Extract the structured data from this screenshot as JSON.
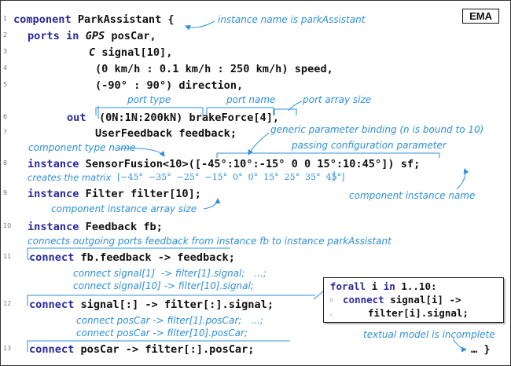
{
  "badge": "EMA",
  "code": {
    "l1_kw": "component",
    "l1_name": "ParkAssistant {",
    "l2_kw": "ports",
    "l2_kw2": "in",
    "l2_type": "GPS",
    "l2_rest": "posCar,",
    "l3_type": "C",
    "l3_rest": "signal[10],",
    "l4": "(0 km/h : 0.1 km/h : 250 km/h) speed,",
    "l5": "(-90° : 90°) direction,",
    "l6_kw": "out",
    "l6_range": "(0N:1N:200kN)",
    "l6_name": "brakeForce",
    "l6_size": "[4],",
    "l7": "UserFeedback feedback;",
    "l8_kw": "instance",
    "l8_type": "SensorFusion",
    "l8_generic": "<10>",
    "l8_param": "([-45°:10°:-15° 0 0 15°:10:45°])",
    "l8_name": "sf;",
    "l9_kw": "instance",
    "l9_rest": "Filter filter[10];",
    "l10_kw": "instance",
    "l10_rest": "Feedback fb;",
    "l11_kw": "connect",
    "l11_rest": "fb.feedback -> feedback;",
    "l12_kw": "connect",
    "l12_rest": "signal[:] -> filter[:].signal;",
    "l13_kw": "connect",
    "l13_rest": "posCar -> filter[:].posCar;",
    "ellipsis": "… }"
  },
  "line_numbers": [
    "1",
    "2",
    "3",
    "4",
    "5",
    "6",
    "7",
    "8",
    "9",
    "10",
    "11",
    "12",
    "13"
  ],
  "annotations": {
    "instance_name": "instance name is parkAssistant",
    "port_type": "port type",
    "port_name": "port name",
    "port_array_size": "port array size",
    "generic_binding": "generic parameter binding (n is bound to 10)",
    "component_type_name": "component type name",
    "passing_config": "passing configuration parameter",
    "creates_matrix": "creates the matrix",
    "matrix_values": "[−45°  −35°  −25°  −15°  0°  0°  15°  25°  35°  45°]",
    "component_instance_name": "component instance name",
    "component_instance_array_size": "component instance array size",
    "connects_outgoing": "connects outgoing ports feedback from instance fb to instance parkAssistant",
    "connect_signal_1": "connect signal[1]  -> filter[1].signal;   …;",
    "connect_signal_10": "connect signal[10] -> filter[10].signal;",
    "connect_poscar_1": "connect posCar -> filter[1].posCar;   …;",
    "connect_poscar_10": "connect posCar -> filter[10].posCar;",
    "textual_incomplete": "textual model is incomplete"
  },
  "forall_box": {
    "l1_kw": "forall",
    "l1_rest": "i",
    "l1_kw2": "in",
    "l1_range": "1..10:",
    "l2_kw": "connect",
    "l2_rest": "signal[i] ->",
    "l3": "filter[i].signal;"
  },
  "colors": {
    "keyword": "#2a2a9e",
    "annotation": "#2e8fd8",
    "text": "#111111"
  }
}
